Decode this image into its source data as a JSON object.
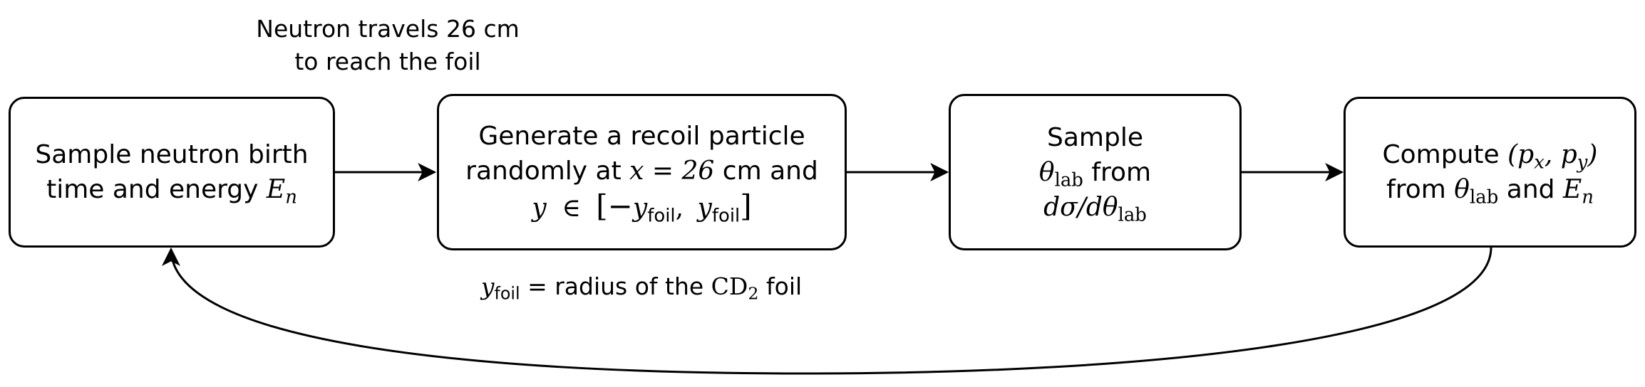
{
  "nodes": {
    "sample_neutron": {
      "line1": "Sample neutron birth",
      "line2_text": "time and energy ",
      "line2_var": "E",
      "line2_sub": "n"
    },
    "recoil": {
      "line1": "Generate a recoil particle",
      "line2_pre": "randomly at ",
      "line2_eq": "x = 26",
      "line2_post": " cm and",
      "line3_y": "y",
      "line3_in": "∈",
      "line3_open": "[−",
      "line3_var1": "y",
      "line3_sub1": "foil",
      "line3_comma": ",",
      "line3_var2": "y",
      "line3_sub2": "foil",
      "line3_close": "]"
    },
    "sample_theta": {
      "line1": "Sample",
      "line2_var": "θ",
      "line2_sub": "lab",
      "line2_post": " from",
      "line3_pre": "dσ/dθ",
      "line3_sub": "lab"
    },
    "compute": {
      "line1_text": "Compute ",
      "line1_math": "(p",
      "line1_sub1": "x",
      "line1_mid": ", p",
      "line1_sub2": "y",
      "line1_close": ")",
      "line2_pre": "from ",
      "line2_var": "θ",
      "line2_sub": "lab",
      "line2_mid": " and ",
      "line2_var2": "E",
      "line2_sub2": "n"
    }
  },
  "annotations": {
    "top_line1": "Neutron travels 26 cm",
    "top_line2": "to reach the foil",
    "bottom_var": "y",
    "bottom_sub": "foil",
    "bottom_eq": " = radius of the ",
    "bottom_cd": "CD",
    "bottom_cd_sub": "2",
    "bottom_post": " foil"
  }
}
